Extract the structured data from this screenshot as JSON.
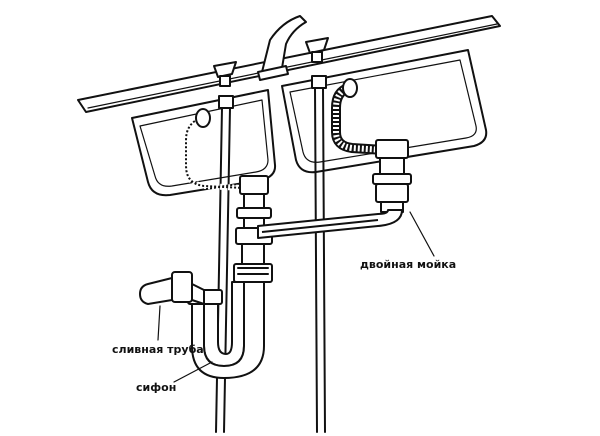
{
  "labels": {
    "double_sink": "двойная мойка",
    "drain_pipe": "сливная труба",
    "siphon": "сифон"
  },
  "colors": {
    "ink": "#111111",
    "background": "#ffffff"
  }
}
